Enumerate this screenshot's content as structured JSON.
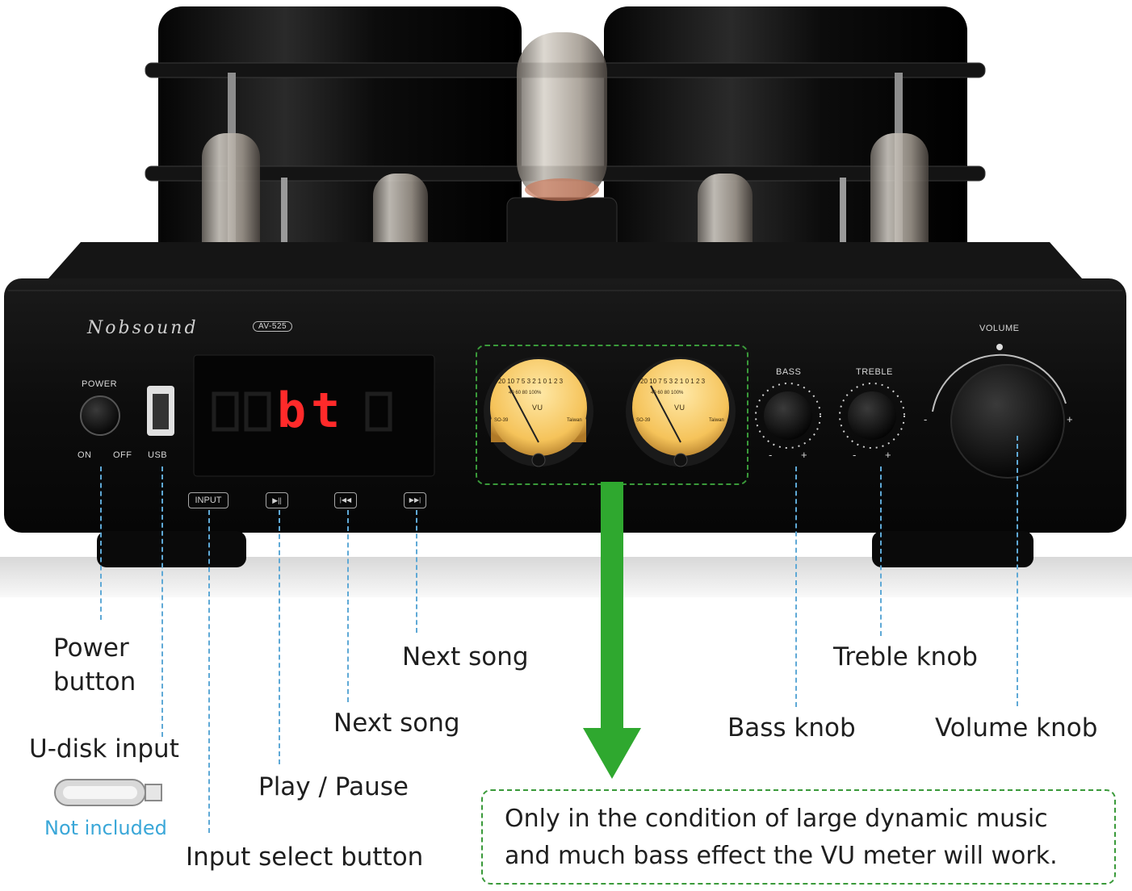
{
  "device": {
    "brand": "Nobsound",
    "model": "AV-525",
    "display_text": "bt",
    "labels": {
      "power": "POWER",
      "on": "ON",
      "off": "OFF",
      "usb": "USB",
      "input": "INPUT",
      "play_pause": "▶||",
      "prev": "|◀◀",
      "next": "▶▶|",
      "bass": "BASS",
      "treble": "TREBLE",
      "volume": "VOLUME",
      "minus": "-",
      "plus": "+"
    },
    "vu_meter": {
      "label": "VU",
      "scale": "20 10 7 5 3 2 1 0 1 2 3",
      "percent": "40  60  80 100%",
      "model": "SO-39",
      "origin": "Taiwan"
    }
  },
  "callouts": {
    "power_button": [
      "Power",
      "button"
    ],
    "u_disk_input": "U-disk input",
    "not_included": "Not included",
    "play_pause": "Play / Pause",
    "next_song_1": "Next song",
    "next_song_2": "Next song",
    "input_select": "Input select button",
    "bass_knob": "Bass knob",
    "treble_knob": "Treble knob",
    "volume_knob": "Volume knob",
    "note": [
      "Only in the condition of large dynamic music",
      "and much bass effect the VU meter will work."
    ]
  },
  "colors": {
    "dashed_line": "#5fa9d6",
    "note_border": "#3a9a3a",
    "arrow": "#2fa82f",
    "not_included": "#3aa7d8",
    "led": "#ff2a2a"
  }
}
